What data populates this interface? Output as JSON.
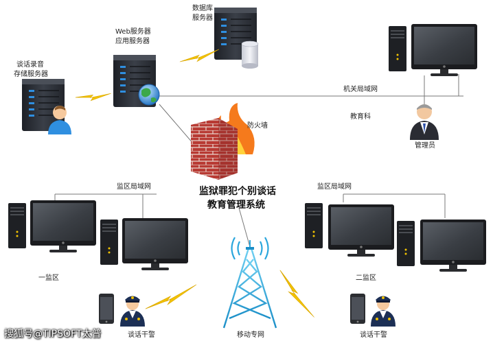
{
  "labels": {
    "db_server_1": "数据库",
    "db_server_2": "服务器",
    "web_server_1": "Web服务器",
    "web_server_2": "应用服务器",
    "record_server_1": "谈话录音",
    "record_server_2": "存储服务器",
    "firewall": "防火墙",
    "office_lan": "机关局域网",
    "education_dept": "教育科",
    "administrator": "管理员",
    "system_title_1": "监狱罪犯个别谈话",
    "system_title_2": "教育管理系统",
    "zone_lan_left": "监区局域网",
    "zone_lan_right": "监区局域网",
    "zone_1": "一监区",
    "zone_2": "二监区",
    "officer_left": "谈话干警",
    "officer_right": "谈话干警",
    "mobile_network": "移动专网"
  },
  "watermark": "搜狐号@TIPSOFT太普",
  "colors": {
    "server_body": "#2b2f36",
    "server_accent": "#2f8fe0",
    "lightning": "#f2c200",
    "firewall_brick": "#c2413a",
    "flame": "#f57a1c",
    "tower": "#2aa6dc",
    "police_uniform": "#1c2f55"
  }
}
